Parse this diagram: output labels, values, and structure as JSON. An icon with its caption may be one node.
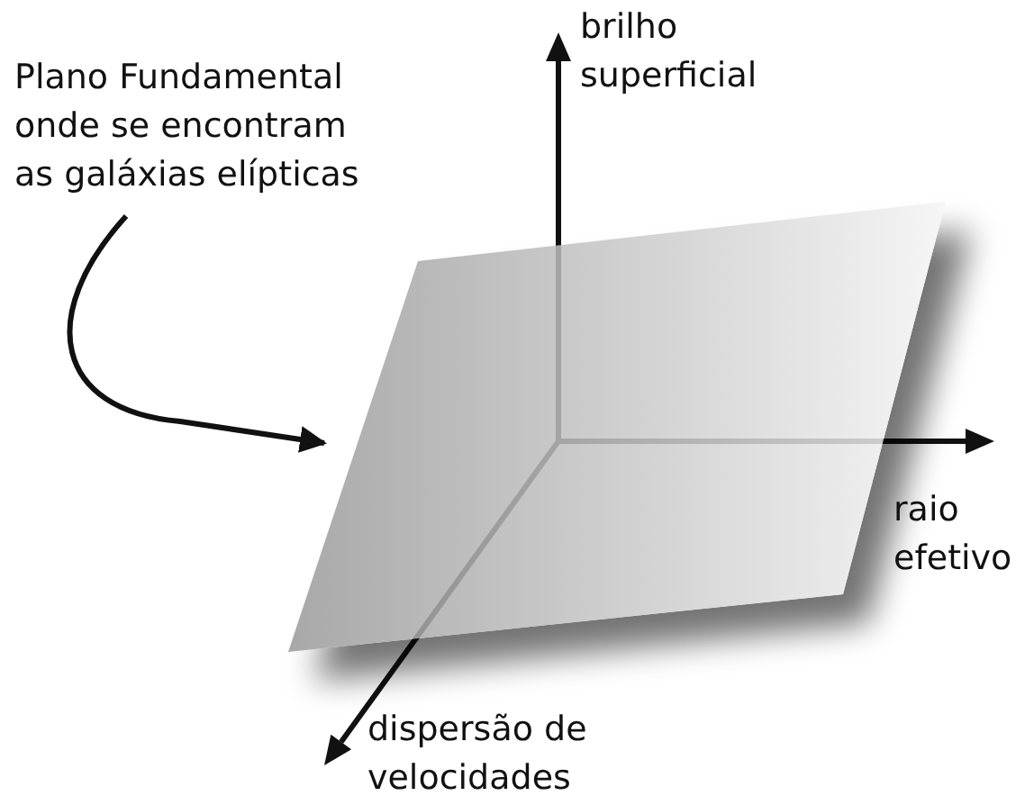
{
  "diagram": {
    "nodes": [
      {
        "text": [
          "Plano Fundamental onde se encontram as galáxias elípticas"
        ]
      },
      {
        "text": [],
        "shape": "box"
      }
    ],
    "edges": [
      {
        "from": 0,
        "to": 1,
        "arrow": "to"
      }
    ],
    "labels": [
      "brilho superficial",
      "raio efetivo",
      "dispersão de velocidades"
    ]
  }
}
